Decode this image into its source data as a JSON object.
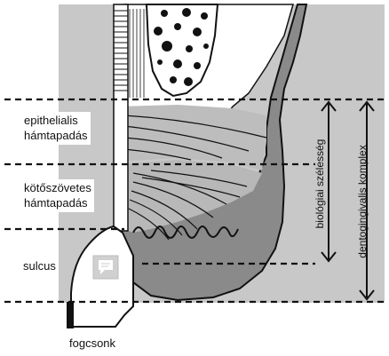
{
  "labels": {
    "epithelial": [
      "epithelialis",
      "hámtapadás"
    ],
    "connective": [
      "kötőszövetes",
      "hámtapadás"
    ],
    "sulcus": "sulcus",
    "tooth_stump": "fogcsonk",
    "biological_width": "biológiai szélesség",
    "dentogingival_complex": "dentogingivalis komplex"
  },
  "colors": {
    "background_gray": "#c8c8c8",
    "gingiva_gray": "#8a8a8a",
    "epithelium_light": "#b8b8b8",
    "line": "#111111",
    "white": "#ffffff"
  },
  "icons": {
    "center": "comment-icon"
  }
}
